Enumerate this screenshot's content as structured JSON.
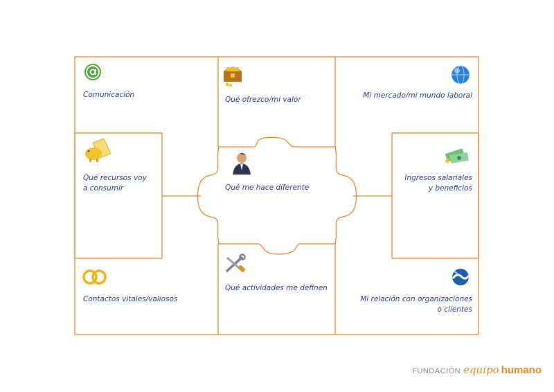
{
  "labels": {
    "comunicacion": "Comunicación",
    "que_ofrezco_1": "Qué ofrezco/mi valor",
    "mercado": "Mi mercado/mi mundo laboral",
    "recursos_1": "Qué recursos voy",
    "recursos_2": "a consumir",
    "diferente": "Qué me hace diferente",
    "ingresos_1": "Ingresos salariales",
    "ingresos_2": "y beneficios",
    "contactos": "Contactos vitales/valiosos",
    "actividades": "Qué actividades me definen",
    "relacion_1": "Mi relación con organizaciones",
    "relacion_2": "o clientes"
  },
  "brand": {
    "prefix": "FUNDACIÓN",
    "word1": "equipo",
    "word2": "humano"
  },
  "colors": {
    "line": "#e8872a",
    "text": "#2e3a8c"
  },
  "icons": [
    "at-sign-icon",
    "treasure-chest-icon",
    "globe-icon",
    "piggy-bank-folder-icon",
    "person-icon",
    "money-bills-icon",
    "rings-icon",
    "tools-icon",
    "handshake-icon"
  ]
}
